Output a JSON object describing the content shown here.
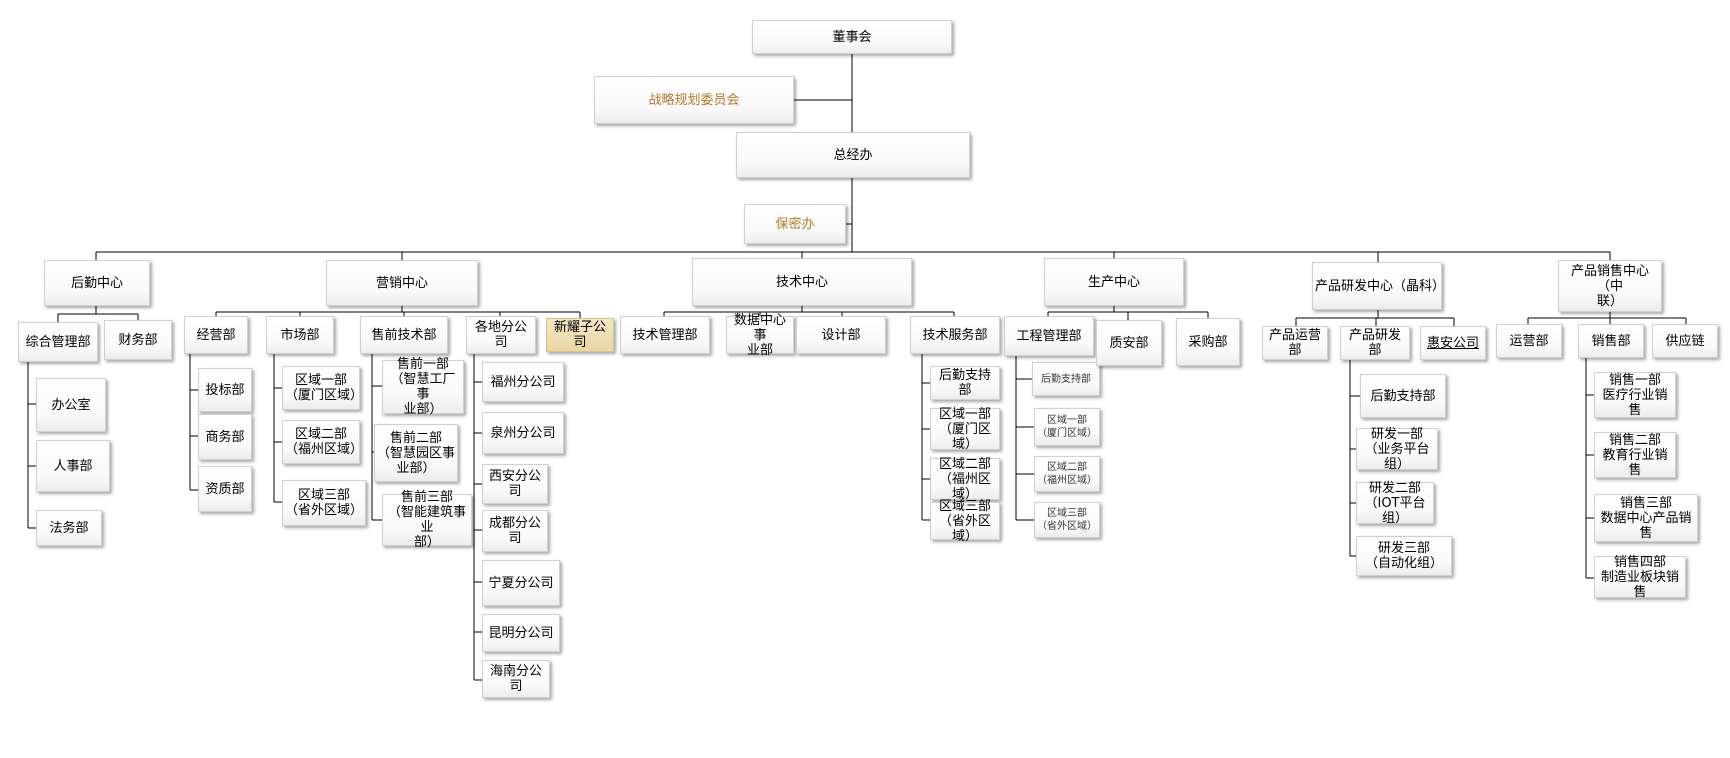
{
  "org": {
    "board": "董事会",
    "strategy_committee": "战略规划委员会",
    "general_office": "总经办",
    "confidential_office": "保密办",
    "logistics": {
      "title": "后勤中心",
      "general_mgmt": "综合管理部",
      "finance": "财务部",
      "office": "办公室",
      "hr": "人事部",
      "legal": "法务部"
    },
    "marketing": {
      "title": "营销中心",
      "operations": "经营部",
      "bidding": "投标部",
      "commerce": "商务部",
      "qualification": "资质部",
      "market": "市场部",
      "region1": "区域一部\n（厦门区域）",
      "region2": "区域二部\n（福州区域）",
      "region3": "区域三部\n（省外区域）",
      "presales": "售前技术部",
      "presales1": "售前一部\n（智慧工厂事\n业部）",
      "presales2": "售前二部\n（智慧园区事\n业部）",
      "presales3": "售前三部\n（智能建筑事业\n部）",
      "branches": "各地分公司",
      "fuzhou": "福州分公司",
      "quanzhou": "泉州分公司",
      "xian": "西安分公司",
      "chengdu": "成都分公司",
      "ningxia": "宁夏分公司",
      "kunming": "昆明分公司",
      "hainan": "海南分公司",
      "xinyao": "新耀子公司"
    },
    "technology": {
      "title": "技术中心",
      "tech_mgmt": "技术管理部",
      "datacenter": "数据中心事\n业部",
      "design": "设计部",
      "tech_service": "技术服务部",
      "support": "后勤支持部",
      "region1": "区域一部\n（厦门区域）",
      "region2": "区域二部\n（福州区域）",
      "region3": "区域三部\n（省外区域）"
    },
    "production": {
      "title": "生产中心",
      "engineering": "工程管理部",
      "support": "后勤支持部",
      "region1": "区域一部\n（厦门区域）",
      "region2": "区域二部\n（福州区域）",
      "region3": "区域三部\n（省外区域）",
      "quality": "质安部",
      "purchasing": "采购部"
    },
    "rnd": {
      "title": "产品研发中心（晶科）",
      "product_ops": "产品运营部",
      "product_rnd": "产品研发部",
      "huian": "惠安公司",
      "support": "后勤支持部",
      "rnd1": "研发一部\n（业务平台组）",
      "rnd2": "研发二部\n（IOT平台组）",
      "rnd3": "研发三部\n（自动化组）"
    },
    "sales": {
      "title": "产品销售中心（中\n联）",
      "ops": "运营部",
      "sales_dept": "销售部",
      "supply_chain": "供应链",
      "sales1": "销售一部\n医疗行业销售",
      "sales2": "销售二部\n教育行业销售",
      "sales3": "销售三部\n数据中心产品销售",
      "sales4": "销售四部\n制造业板块销售"
    }
  }
}
